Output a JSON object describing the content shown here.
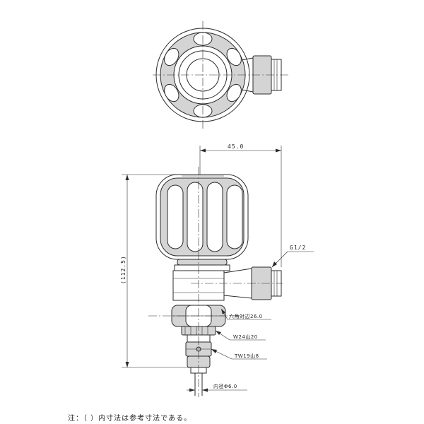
{
  "dimensions": {
    "width": "45.0",
    "height": "(112.5)",
    "thread_outlet": "G1/2",
    "hex": "六角対辺26.0",
    "nut_thread": "W24山20",
    "tail_thread": "TW19山8",
    "inner_dia": "内径Φ6.0"
  },
  "note": "注：（ ）内寸法は参考寸法である。"
}
